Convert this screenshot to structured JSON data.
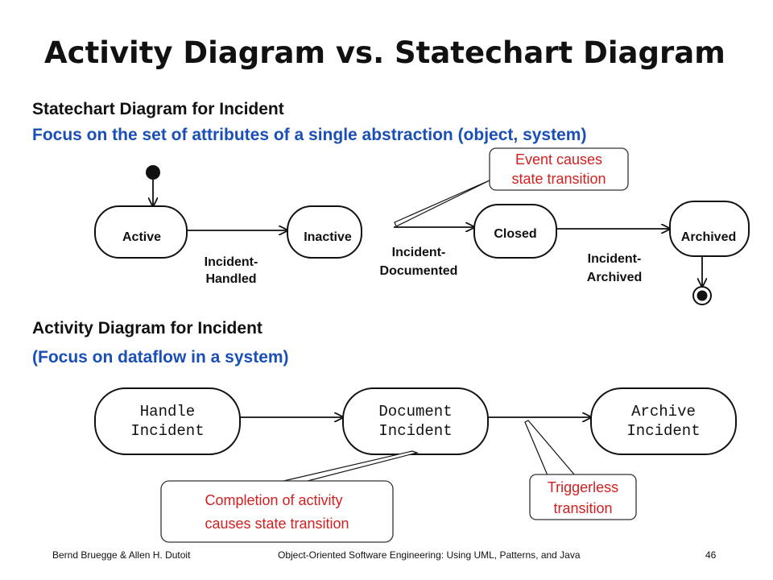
{
  "title": "Activity Diagram vs. Statechart Diagram",
  "statechart": {
    "heading": "Statechart Diagram for Incident",
    "subheading": "Focus on the set of attributes of a single abstraction (object, system)",
    "states": [
      "Active",
      "Inactive",
      "Closed",
      "Archived"
    ],
    "transitions": [
      {
        "line1": "Incident-",
        "line2": "Handled"
      },
      {
        "line1": "Incident-",
        "line2": "Documented"
      },
      {
        "line1": "Incident-",
        "line2": "Archived"
      }
    ],
    "note": {
      "line1": "Event causes",
      "line2": "state transition"
    }
  },
  "activity": {
    "heading": "Activity Diagram for Incident",
    "subheading": "(Focus on dataflow in a system)",
    "activities": [
      {
        "line1": "Handle",
        "line2": "Incident"
      },
      {
        "line1": "Document",
        "line2": "Incident"
      },
      {
        "line1": "Archive",
        "line2": "Incident"
      }
    ],
    "note_completion": {
      "line1": "Completion of activity",
      "line2": "causes state transition"
    },
    "note_triggerless": {
      "line1": "Triggerless",
      "line2": "transition"
    }
  },
  "footer": {
    "left": "Bernd Bruegge & Allen H. Dutoit",
    "center": "Object-Oriented Software Engineering: Using UML, Patterns, and Java",
    "page": "46"
  },
  "colors": {
    "heading_blue": "#1a4fb5",
    "note_red": "#d21f1f",
    "stroke": "#111111"
  }
}
